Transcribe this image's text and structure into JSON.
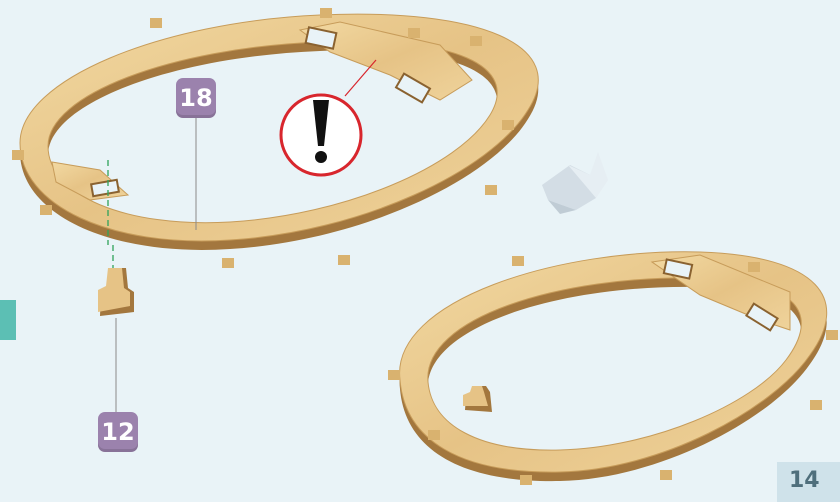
{
  "page": {
    "number": "14"
  },
  "callouts": [
    {
      "id": "18",
      "label": "18"
    },
    {
      "id": "12",
      "label": "12"
    }
  ],
  "warning": {
    "glyph": "!",
    "icon": "exclamation-warning-icon",
    "color": "#d8262d"
  },
  "colors": {
    "background": "#e9f3f7",
    "wood": "#e9c98c",
    "wood_edge": "#a3773e",
    "badge": "#9b82ad",
    "tab": "#5cbfb4",
    "arrow": "#d3dde5"
  }
}
